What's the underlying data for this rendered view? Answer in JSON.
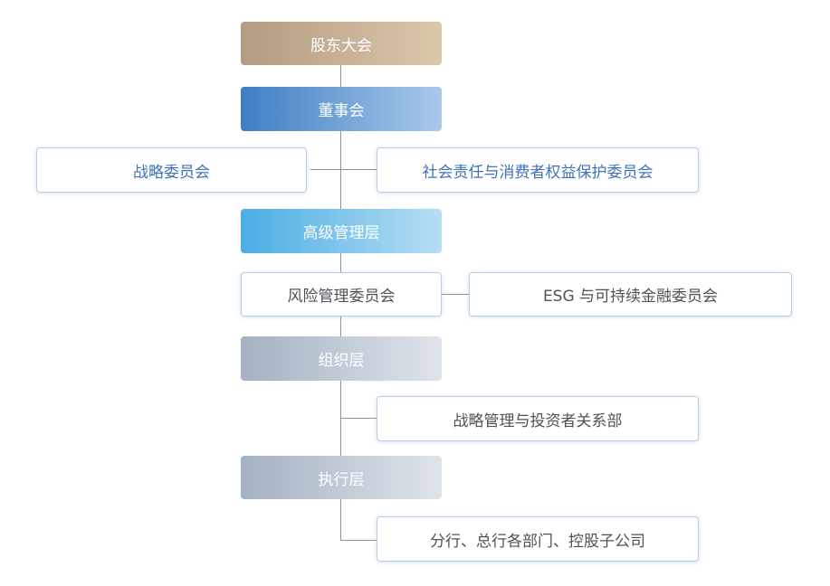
{
  "diagram": {
    "shareholders": "股东大会",
    "board": "董事会",
    "strategy_committee": "战略委员会",
    "social_committee": "社会责任与消费者权益保护委员会",
    "senior_management": "高级管理层",
    "risk_committee": "风险管理委员会",
    "esg_committee": "ESG 与可持续金融委员会",
    "organization_layer": "组织层",
    "strategy_ir_dept": "战略管理与投资者关系部",
    "execution_layer": "执行层",
    "branches": "分行、总行各部门、控股子公司"
  },
  "colors": {
    "shareholders_gradient": [
      "#b39b82",
      "#dcc6aa"
    ],
    "board_gradient": [
      "#3f7ec4",
      "#a9c9ea"
    ],
    "senior_gradient": [
      "#4aaee3",
      "#b7def5"
    ],
    "layer_gradient": [
      "#a4b1c2",
      "#dfe4ea"
    ],
    "committee_text": "#3f72b8",
    "connector": "#8e9398"
  }
}
